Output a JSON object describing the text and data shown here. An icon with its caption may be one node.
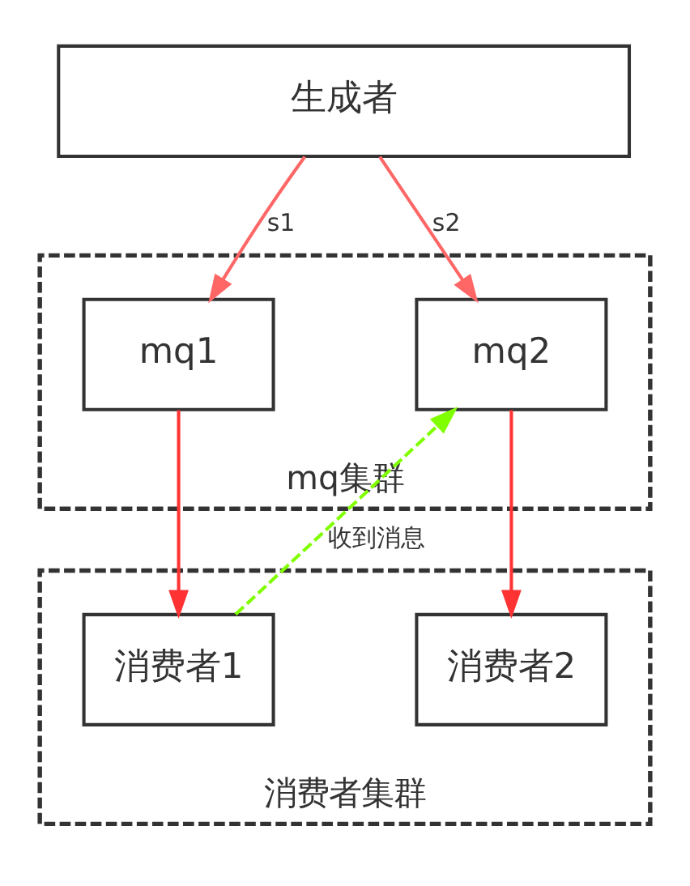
{
  "diagram": {
    "nodes": [
      {
        "text": [
          "生成者"
        ]
      },
      {
        "text": [
          "mq集群"
        ]
      },
      {
        "text": [
          "mq1"
        ],
        "in": 1
      },
      {
        "text": [
          "mq2"
        ],
        "in": 1
      },
      {
        "text": [
          "消费者集群"
        ]
      },
      {
        "text": [
          "消费者1"
        ],
        "in": 4
      },
      {
        "text": [
          "消费者2"
        ],
        "in": 4
      }
    ],
    "edges": [
      {
        "from": 0,
        "to": 2,
        "arrow": "to",
        "label": "s1",
        "color": "#ff6666"
      },
      {
        "from": 0,
        "to": 3,
        "arrow": "to",
        "label": "s2",
        "color": "#ff6666"
      },
      {
        "from": 2,
        "to": 5,
        "arrow": "to",
        "color": "#ff3333"
      },
      {
        "from": 3,
        "to": 6,
        "arrow": "to",
        "color": "#ff3333"
      },
      {
        "from": 5,
        "to": 3,
        "arrow": "to",
        "label": "收到消息",
        "style": "dashed",
        "color": "#80ff00"
      }
    ]
  }
}
